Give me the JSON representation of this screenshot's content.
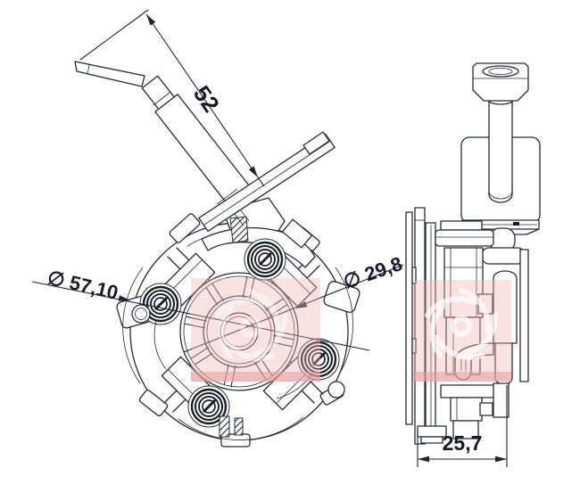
{
  "drawing": {
    "type": "technical-cad-drawing",
    "views": {
      "front_view": "brush-holder front view",
      "side_view": "brush-holder side view"
    },
    "colors": {
      "background": "#ffffff",
      "line": "#262a34",
      "dimension_text": "#171b26",
      "watermark_pink": "#f2b6b6",
      "watermark_band": "#e89a9a",
      "watermark_logo": "#ffffff"
    },
    "dimensions": {
      "lever_length": {
        "label": "52"
      },
      "outer_diameter": {
        "label": "∅ 57,10"
      },
      "inner_diameter": {
        "label": "∅ 29,8"
      },
      "depth": {
        "label": "25,7"
      }
    }
  }
}
